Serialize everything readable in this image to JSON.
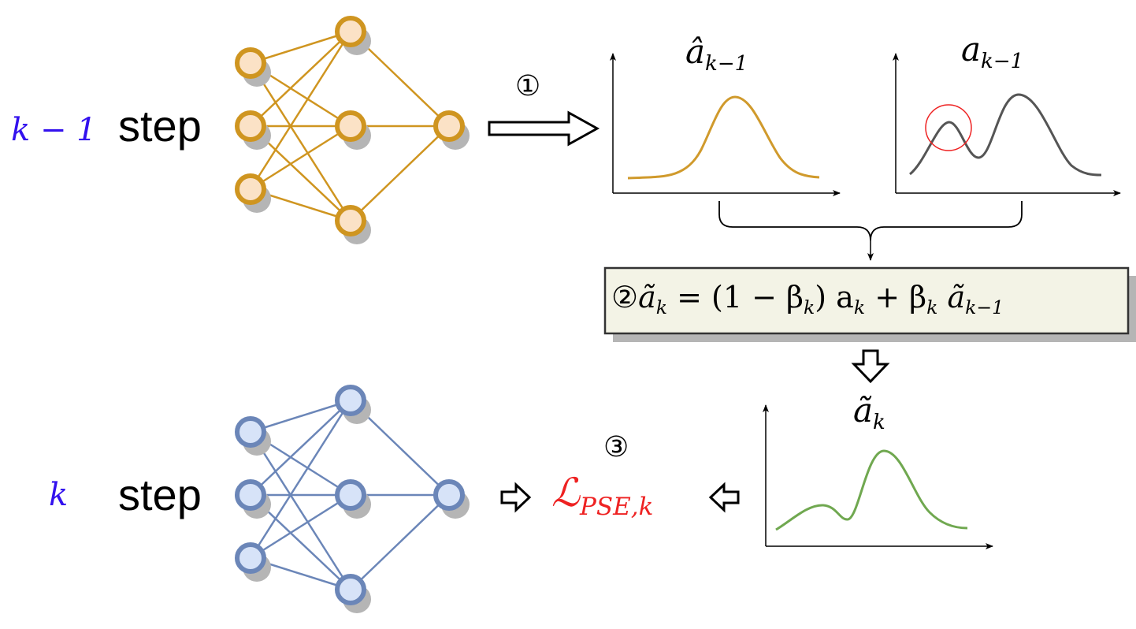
{
  "colors": {
    "prev_net_stroke": "#cf9520",
    "prev_net_fill": "#fbe2c6",
    "cur_net_stroke": "#6b86b8",
    "cur_net_fill": "#d7e3f8",
    "step_index": "#3311ee",
    "loss": "#ee2222",
    "curve_prev": "#d09a2c",
    "curve_target": "#555555",
    "curve_smoothed": "#70a850",
    "highlight_circle": "#ee2222",
    "formula_box_fill": "#f3f3e6"
  },
  "rows": {
    "previous": {
      "index_label": "k − 1",
      "step_label": "step"
    },
    "current": {
      "index_label": "k",
      "step_label": "step"
    }
  },
  "markers": {
    "one": "①",
    "two": "②",
    "three": "③"
  },
  "plots": {
    "prev_output": {
      "title_base": "â",
      "title_sub": "k−1"
    },
    "target": {
      "title_base": "a",
      "title_sub": "k−1"
    },
    "smoothed": {
      "title_base": "ã",
      "title_sub": "k"
    }
  },
  "formula": {
    "lhs": "ã",
    "lhs_sub": "k",
    "eq": " = (1 − β",
    "beta_sub": "k",
    "mid": ") a",
    "a_sub": "k",
    "plus": " + β",
    "beta2_sub": "k",
    "tail": " ã",
    "tail_sub": "k−1"
  },
  "loss": {
    "symbol": "ℒ",
    "sub": "PSE,k"
  }
}
